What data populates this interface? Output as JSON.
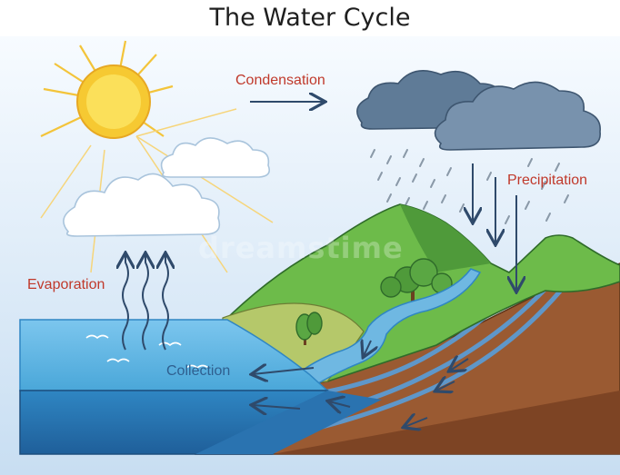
{
  "title": "The Water Cycle",
  "labels": {
    "condensation": "Condensation",
    "precipitation": "Precipitation",
    "evaporation": "Evaporation",
    "collection": "Collection"
  },
  "watermark": "dreamstime",
  "icons": [
    "sun-icon",
    "cloud-icon",
    "rain-cloud-icon",
    "mountain-icon",
    "river-icon",
    "tree-icon",
    "arrow-icon"
  ],
  "colors": {
    "sky": "#cfe3f4",
    "sun": "#f6c932",
    "label_red": "#c0392b",
    "arrow": "#2f4a6b",
    "sea": "#4aa7d9",
    "grass": "#6dbb4a",
    "soil": "#9a5a32",
    "rain_cloud": "#6f8aa8"
  }
}
